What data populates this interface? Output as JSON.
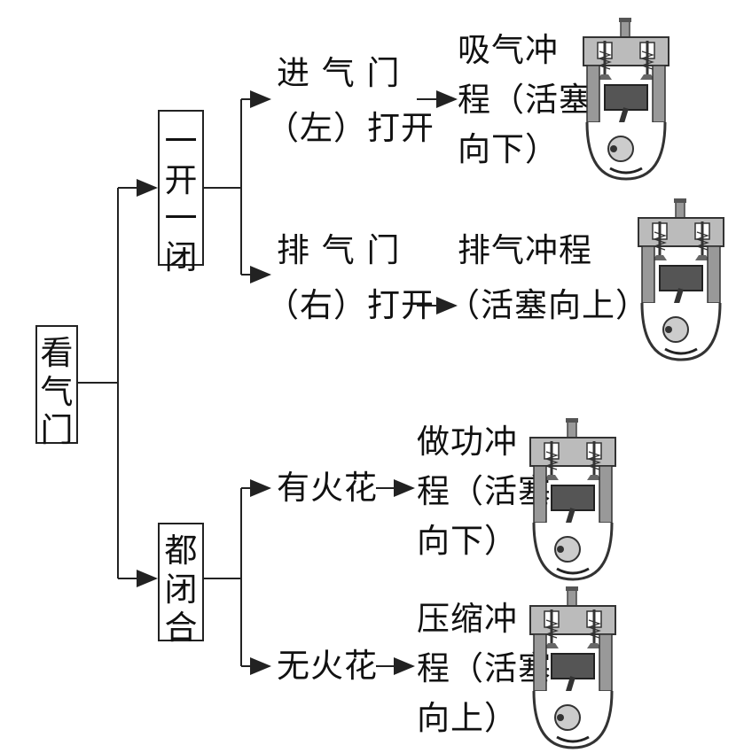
{
  "root": {
    "label": "看\n气\n门"
  },
  "branches": [
    {
      "label": "一\n开\n一\n闭",
      "cases": [
        {
          "cond_lines": [
            "进 气 门",
            "（左）打开"
          ],
          "result_lines": [
            "吸气冲",
            "程（活塞",
            "向下）"
          ]
        },
        {
          "cond_lines": [
            "排 气 门",
            "（右）打开"
          ],
          "result_lines": [
            "排气冲程",
            "（活塞向上）"
          ]
        }
      ]
    },
    {
      "label": "都\n闭\n合",
      "cases": [
        {
          "cond_lines": [
            "有火花"
          ],
          "result_lines": [
            "做功冲",
            "程（活塞",
            "向下）"
          ]
        },
        {
          "cond_lines": [
            "无火花"
          ],
          "result_lines": [
            "压缩冲",
            "程（活塞",
            "向上）"
          ]
        }
      ]
    }
  ],
  "icons": [
    "intake-stroke-engine-icon",
    "exhaust-stroke-engine-icon",
    "power-stroke-engine-icon",
    "compression-stroke-engine-icon"
  ]
}
